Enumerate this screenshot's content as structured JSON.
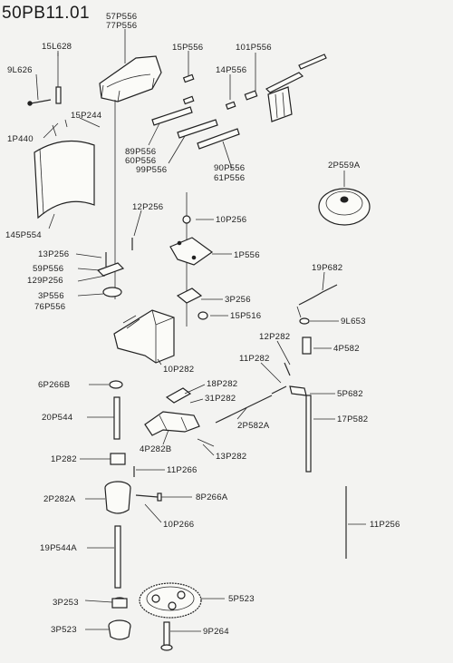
{
  "title": "50PB11.01",
  "labels": {
    "p57P556": "57P556",
    "p77P556": "77P556",
    "p15L628": "15L628",
    "p9L626": "9L626",
    "p15P244": "15P244",
    "p1P440": "1P440",
    "p145P554": "145P554",
    "p15P556": "15P556",
    "p101P556": "101P556",
    "p14P556": "14P556",
    "p89P556": "89P556",
    "p60P556": "60P556",
    "p99P556": "99P556",
    "p90P556": "90P556",
    "p61P556": "61P556",
    "p2P559A": "2P559A",
    "p12P256": "12P256",
    "p10P256": "10P256",
    "p13P256": "13P256",
    "p1P556": "1P556",
    "p59P556": "59P556",
    "p129P256": "129P256",
    "p19P682": "19P682",
    "p3P556": "3P556",
    "p76P556": "76P556",
    "p3P256": "3P256",
    "p15P516": "15P516",
    "p9L653": "9L653",
    "p12P282": "12P282",
    "p4P582": "4P582",
    "p10P282": "10P282",
    "p11P282": "11P282",
    "p6P266B": "6P266B",
    "p18P282": "18P282",
    "p31P282": "31P282",
    "p5P682": "5P682",
    "p20P544": "20P544",
    "p2P582A": "2P582A",
    "p17P582": "17P582",
    "p4P282B": "4P282B",
    "p13P282": "13P282",
    "p1P282": "1P282",
    "p11P266": "11P266",
    "p2P282A": "2P282A",
    "p8P266A": "8P266A",
    "p10P266": "10P266",
    "p11P256": "11P256",
    "p19P544A": "19P544A",
    "p3P253": "3P253",
    "p5P523": "5P523",
    "p3P523": "3P523",
    "p9P264": "9P264"
  }
}
